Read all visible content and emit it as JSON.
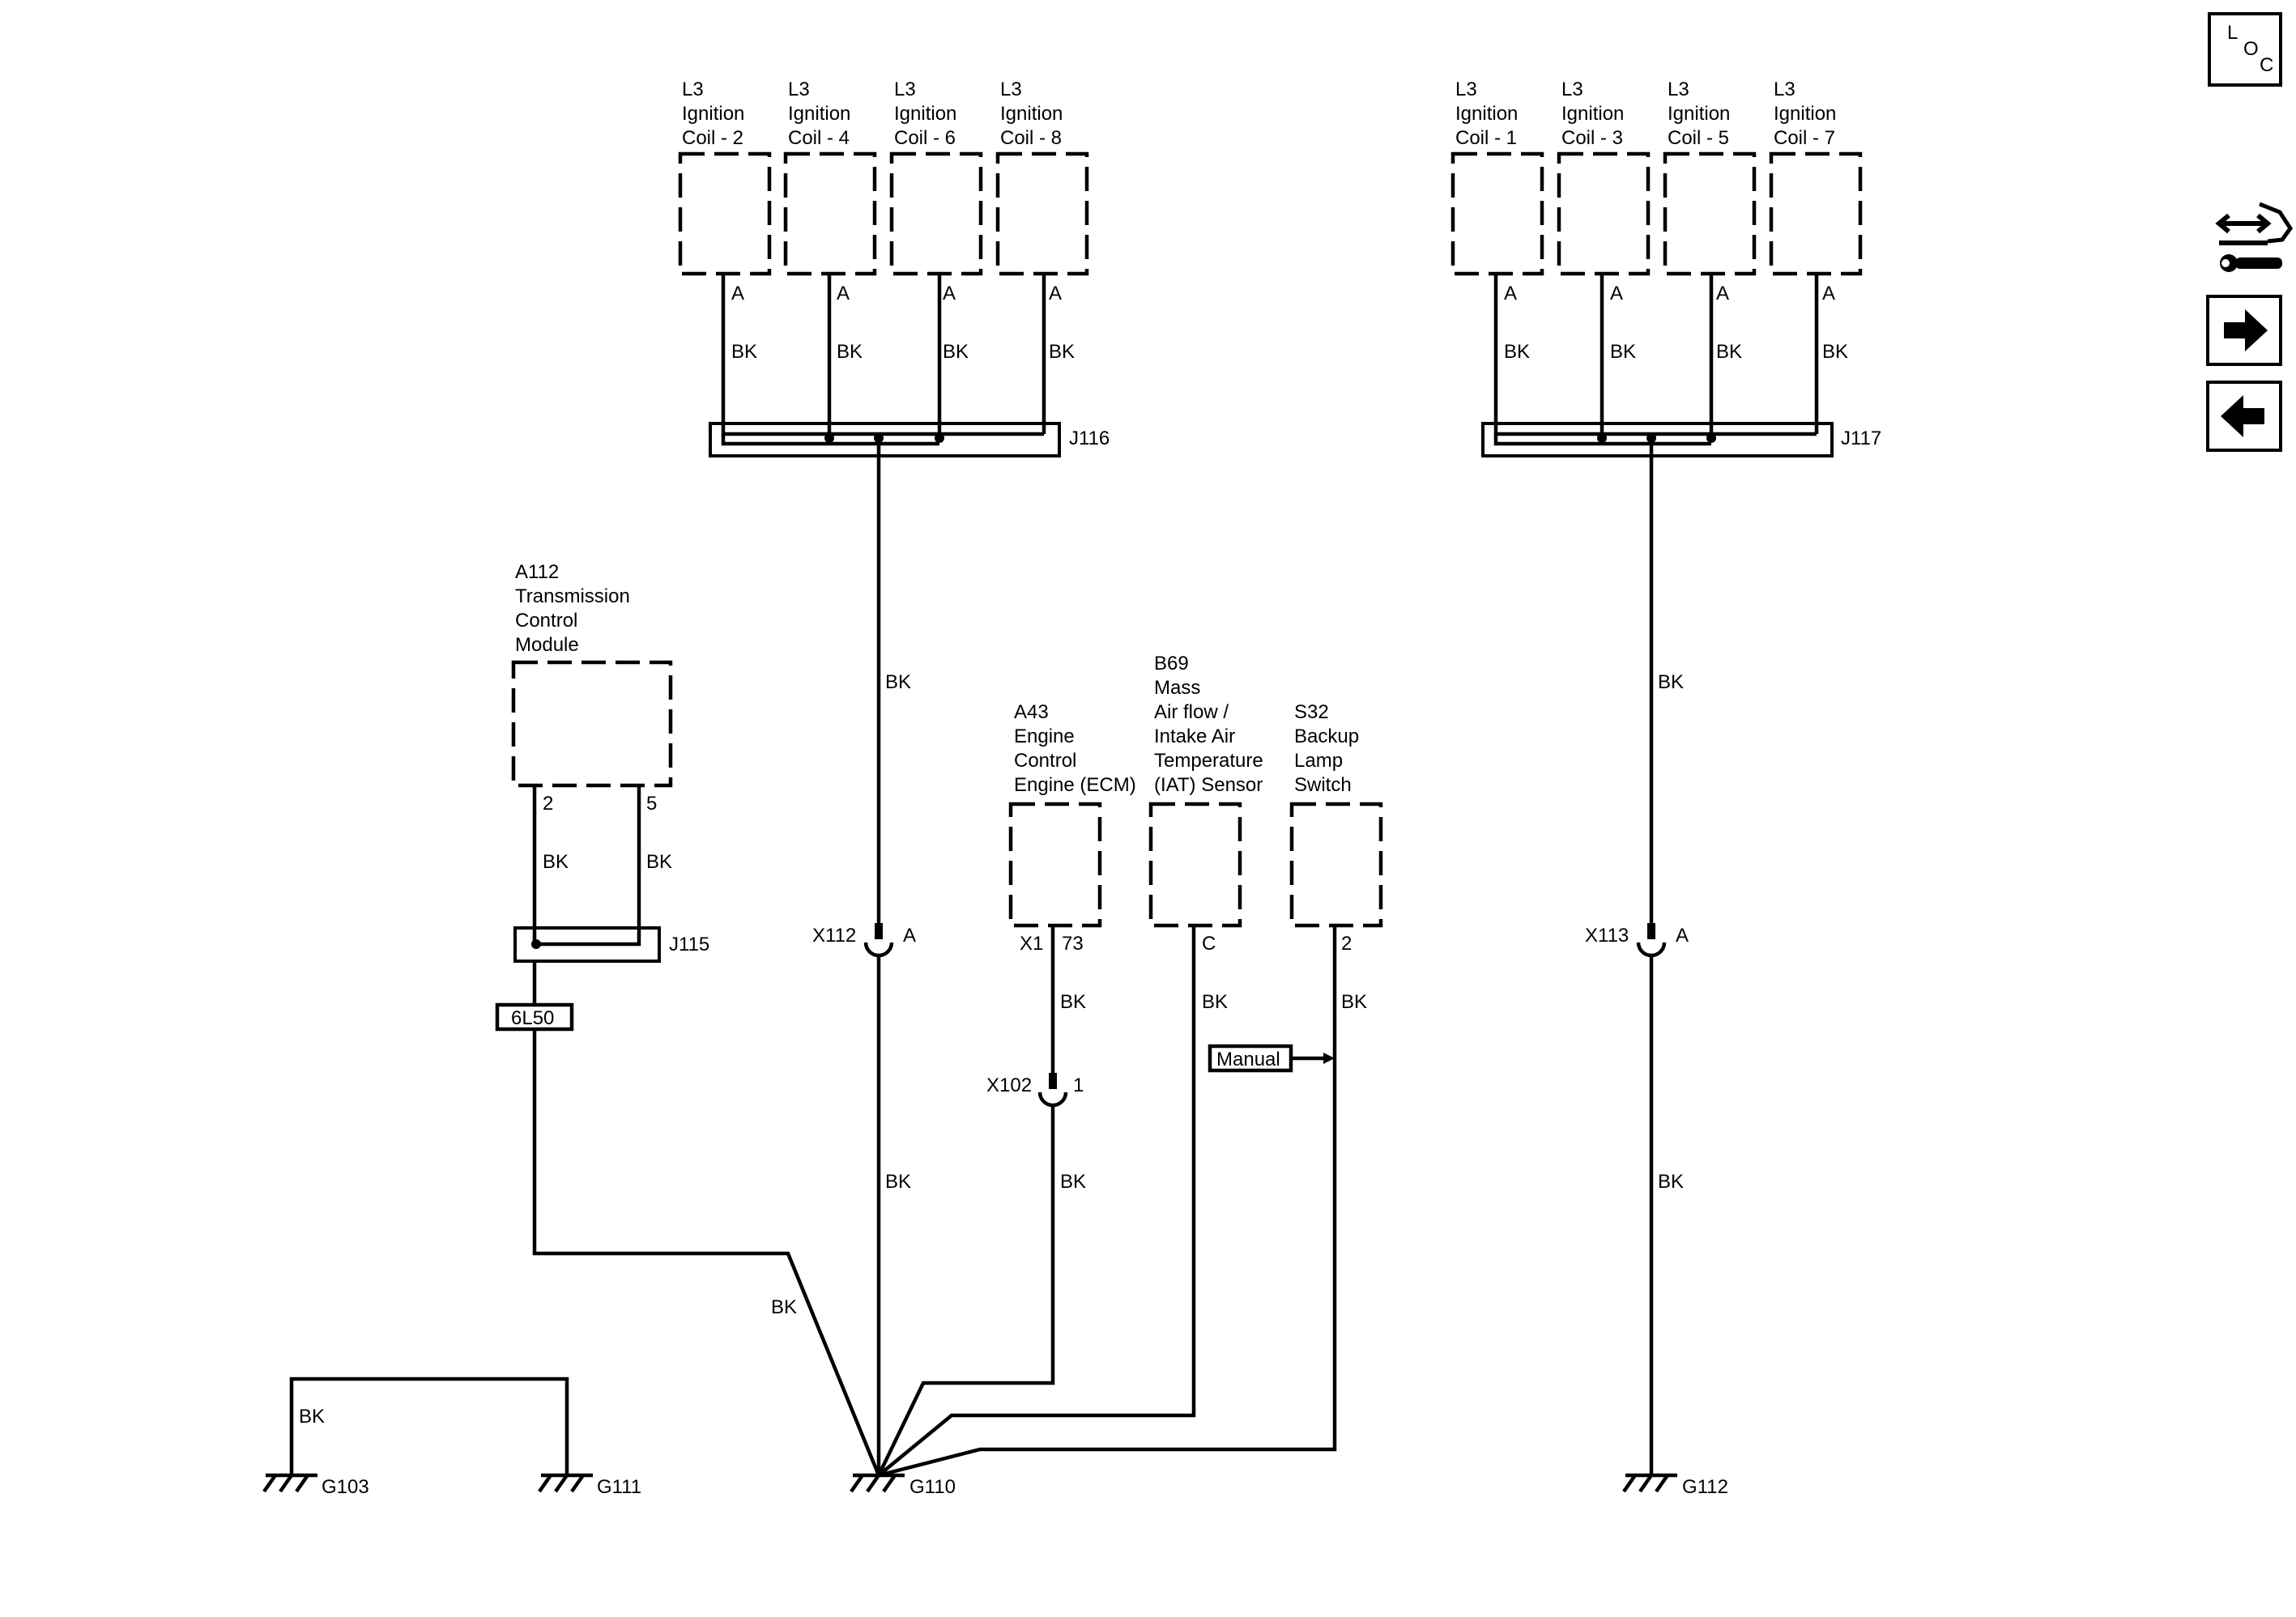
{
  "components": {
    "coil2": [
      "L3",
      "Ignition",
      "Coil - 2"
    ],
    "coil4": [
      "L3",
      "Ignition",
      "Coil - 4"
    ],
    "coil6": [
      "L3",
      "Ignition",
      "Coil - 6"
    ],
    "coil8": [
      "L3",
      "Ignition",
      "Coil - 8"
    ],
    "coil1": [
      "L3",
      "Ignition",
      "Coil - 1"
    ],
    "coil3": [
      "L3",
      "Ignition",
      "Coil - 3"
    ],
    "coil5": [
      "L3",
      "Ignition",
      "Coil - 5"
    ],
    "coil7": [
      "L3",
      "Ignition",
      "Coil - 7"
    ],
    "tcm": [
      "A112",
      "Transmission",
      "Control",
      "Module"
    ],
    "ecm": [
      "A43",
      "Engine",
      "Control",
      "Engine (ECM)"
    ],
    "maf": [
      "B69",
      "Mass",
      "Air flow /",
      "Intake Air",
      "Temperature",
      "(IAT) Sensor"
    ],
    "backup": [
      "S32",
      "Backup",
      "Lamp",
      "Switch"
    ]
  },
  "pins": {
    "a": "A",
    "tcm_2": "2",
    "tcm_5": "5",
    "ecm_x1": "X1",
    "ecm_73": "73",
    "maf_c": "C",
    "backup_2": "2"
  },
  "wire_color": "BK",
  "splices": {
    "j116": "J116",
    "j117": "J117",
    "j115": "J115"
  },
  "connectors": {
    "x112": "X112",
    "x112_pin": "A",
    "x113": "X113",
    "x113_pin": "A",
    "x102": "X102",
    "x102_pin": "1"
  },
  "grounds": {
    "g103": "G103",
    "g111": "G111",
    "g110": "G110",
    "g112": "G112"
  },
  "option_boxes": {
    "trans": "6L50",
    "manual": "Manual"
  },
  "sidebar": {
    "loc_letters": [
      "L",
      "O",
      "C"
    ],
    "icons": [
      "component-view-icon",
      "next-page-icon",
      "previous-page-icon"
    ]
  },
  "colors": {
    "line": "#000000",
    "background": "#ffffff"
  }
}
